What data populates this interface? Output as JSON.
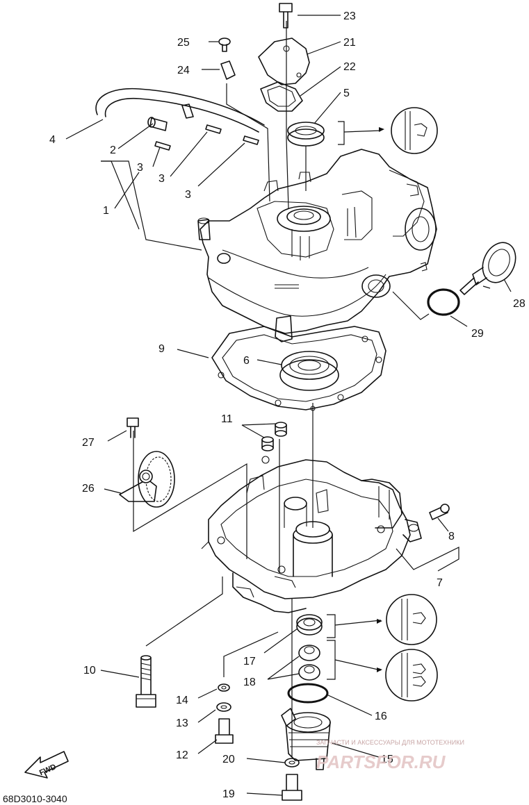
{
  "diagram": {
    "code": "68D3010-3040",
    "fwd_label": "FWD",
    "callouts": {
      "p1": "1",
      "p2": "2",
      "p3a": "3",
      "p3b": "3",
      "p3c": "3",
      "p4": "4",
      "p5": "5",
      "p6": "6",
      "p7": "7",
      "p8": "8",
      "p9": "9",
      "p10": "10",
      "p11": "11",
      "p12": "12",
      "p13": "13",
      "p14": "14",
      "p15": "15",
      "p16": "16",
      "p17": "17",
      "p18": "18",
      "p19": "19",
      "p20": "20",
      "p21": "21",
      "p22": "22",
      "p23": "23",
      "p24": "24",
      "p25": "25",
      "p26": "26",
      "p27": "27",
      "p28": "28",
      "p29": "29"
    }
  },
  "watermark": {
    "tagline": "ЗАПЧАСТИ И АКСЕССУАРЫ ДЛЯ МОТОТЕХНИКИ",
    "brand": "PARTSFOR.RU"
  }
}
